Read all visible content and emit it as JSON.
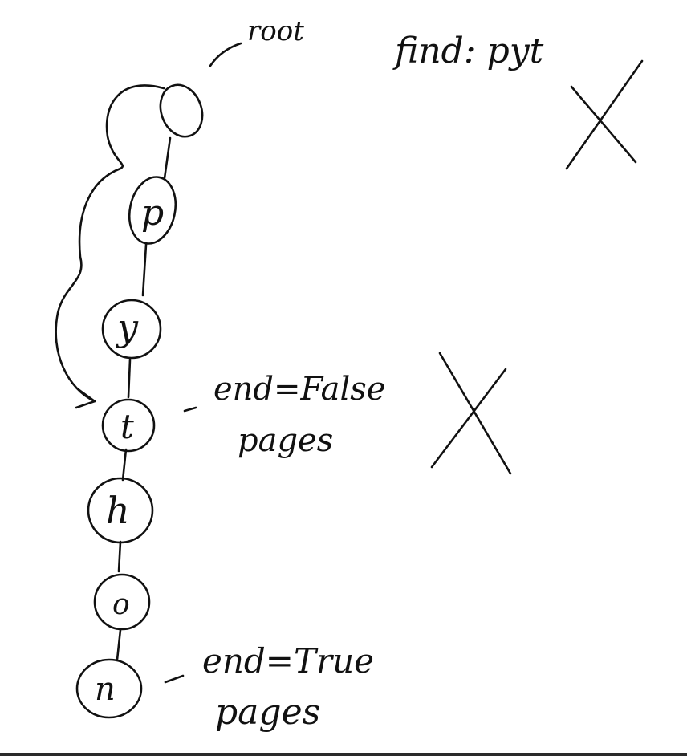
{
  "diagram": {
    "root_label": "root",
    "find_label": "find: pyt",
    "nodes": [
      "",
      "p",
      "y",
      "t",
      "h",
      "o",
      "n"
    ],
    "annotations": {
      "t": {
        "end": "end=False",
        "pages": "pages"
      },
      "n": {
        "end": "end=True",
        "pages": "pages"
      }
    }
  },
  "colors": {
    "ink": "#111111",
    "background": "#ffffff"
  }
}
